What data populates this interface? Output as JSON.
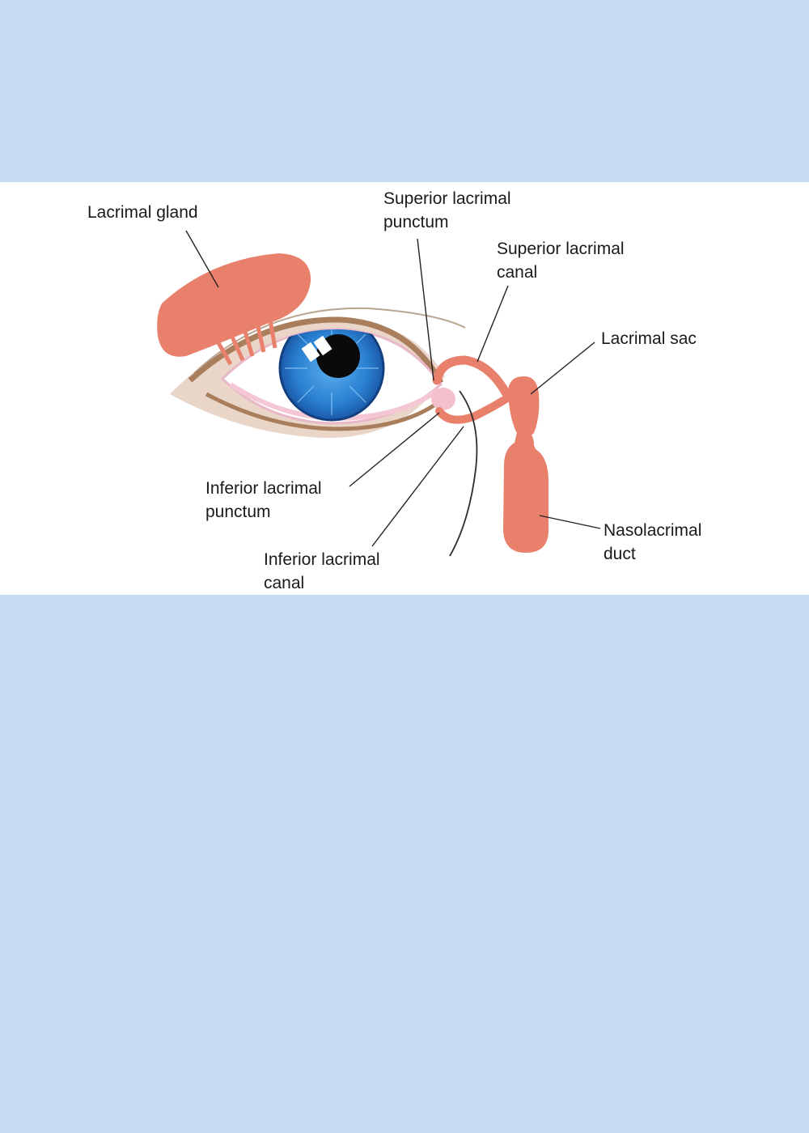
{
  "labels": {
    "lacrimal_gland": [
      "Lacrimal gland"
    ],
    "superior_punctum": [
      "Superior lacrimal",
      "punctum"
    ],
    "superior_canal": [
      "Superior lacrimal",
      "canal"
    ],
    "lacrimal_sac": [
      "Lacrimal sac"
    ],
    "inferior_punctum": [
      "Inferior lacrimal",
      "punctum"
    ],
    "inferior_canal": [
      "Inferior lacrimal",
      "canal"
    ],
    "nasolacrimal_duct": [
      "Nasolacrimal",
      "duct"
    ]
  },
  "colors": {
    "background": "#c5dbf0",
    "panel": "#ffffff",
    "duct_tissue": "#e8806c",
    "iris": "#2a7fd0",
    "pupil": "#0a0a0a",
    "sclera": "#fbe9ef",
    "eyelid": "#a97e5c"
  }
}
